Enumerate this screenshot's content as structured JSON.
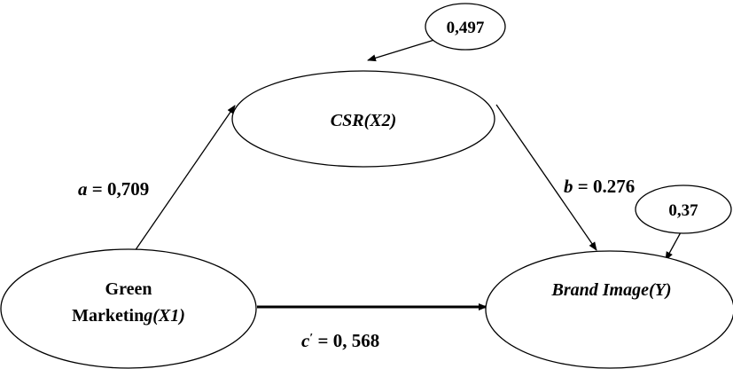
{
  "nodes": {
    "green_marketing": {
      "line1": "Green",
      "line2_plain": "Marketin",
      "line2_italic": "g(X1)"
    },
    "csr": {
      "label": "CSR(X2)"
    },
    "brand_image": {
      "label": "Brand Image(Y)"
    },
    "error_csr": {
      "label": "0,497"
    },
    "error_brand": {
      "label": "0,37"
    }
  },
  "paths": {
    "a": {
      "symbol": "a",
      "value": " = 0,709"
    },
    "b": {
      "symbol": "b",
      "value": " = 0.276"
    },
    "c_prime": {
      "symbol": "c",
      "prime": "′",
      "value": " = 0, 568"
    }
  },
  "colors": {
    "stroke": "#000000",
    "background": "#ffffff"
  }
}
